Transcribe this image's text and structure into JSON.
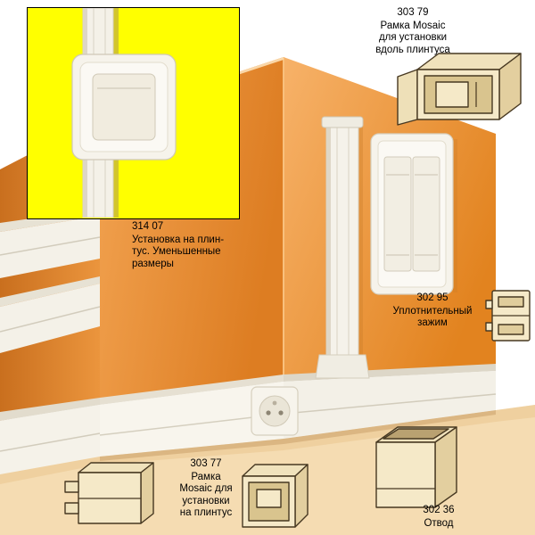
{
  "colors": {
    "inset_background": "#ffff00",
    "wall_orange": "#ec9440",
    "floor_tan": "#f5dcb2",
    "trunking_white": "#f5f2ea",
    "product_drawing_cream": "#f5e9c8",
    "outline_brown": "#473821",
    "text": "#000000"
  },
  "inset": {
    "code": "314 07",
    "caption_lines": [
      "Установка на плин-",
      "тус. Уменьшенные",
      "размеры"
    ]
  },
  "callouts": {
    "frame_along_plinth": {
      "code": "303 79",
      "lines": [
        "Рамка Mosaic",
        "для установки",
        "вдоль плинтуса"
      ]
    },
    "seal_clip": {
      "code": "302 95",
      "lines": [
        "Уплотнительный",
        "зажим"
      ]
    },
    "frame_on_plinth": {
      "code": "303 77",
      "lines": [
        "Рамка",
        "Mosaic для",
        "установки",
        "на плинтус"
      ]
    },
    "bend": {
      "code": "302 36",
      "lines": [
        "Отвод"
      ]
    }
  }
}
